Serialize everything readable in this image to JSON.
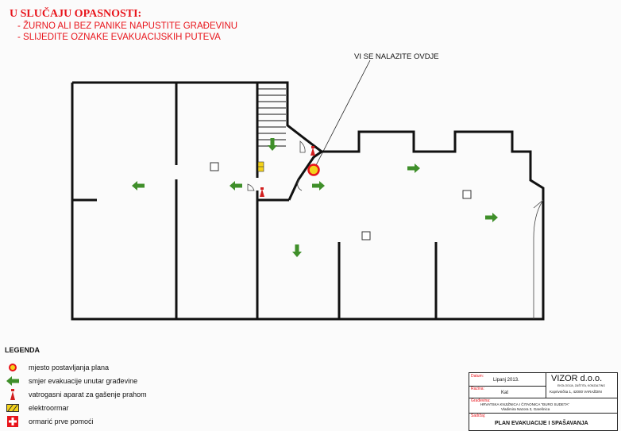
{
  "warning": {
    "title": "U SLUČAJU OPASNOSTI:",
    "lines": [
      "- ŽURNO ALI BEZ PANIKE NAPUSTITE GRAĐEVINU",
      "- SLIJEDITE OZNAKE EVAKUACIJSKIH PUTEVA"
    ]
  },
  "you_are_here": "VI SE NALAZITE OVDJE",
  "legend": {
    "heading": "LEGENDA",
    "items": [
      {
        "icon": "plan-location-icon",
        "label": "mjesto postavljanja plana"
      },
      {
        "icon": "evacuation-arrow-icon",
        "label": "smjer evakuacije unutar građevine"
      },
      {
        "icon": "fire-extinguisher-icon",
        "label": "vatrogasni aparat za gašenje prahom"
      },
      {
        "icon": "electrical-cabinet-icon",
        "label": "elektroormar"
      },
      {
        "icon": "first-aid-icon",
        "label": "ormarić prve pomoći"
      }
    ]
  },
  "title_block": {
    "date_label": "Datum:",
    "date": "Lipanj 2013.",
    "floor_label": "Razina:",
    "floor": "Kat",
    "company": "VIZOR d.o.o.",
    "company_sub": "EKOLOGIJA, ZAŠTITA, KONZALTING",
    "company_addr": "Koprivnička 1, 42000 VARAŽDIN",
    "building_label": "Građevina:",
    "building": "HRVATSKA KNJIŽNICA I ČITAONICA \"ĐURO SUDETA\"",
    "building_addr": "Vladimira Nazora 3, Garešnica",
    "content_label": "Sadržaj:",
    "content": "PLAN EVAKUACIJE I SPAŠAVANJA"
  },
  "colors": {
    "warning": "#e8141b",
    "arrow": "#3f8f2a",
    "wall": "#111111",
    "extinguisher": "#d21f1f",
    "marker": "#f3d21b"
  }
}
